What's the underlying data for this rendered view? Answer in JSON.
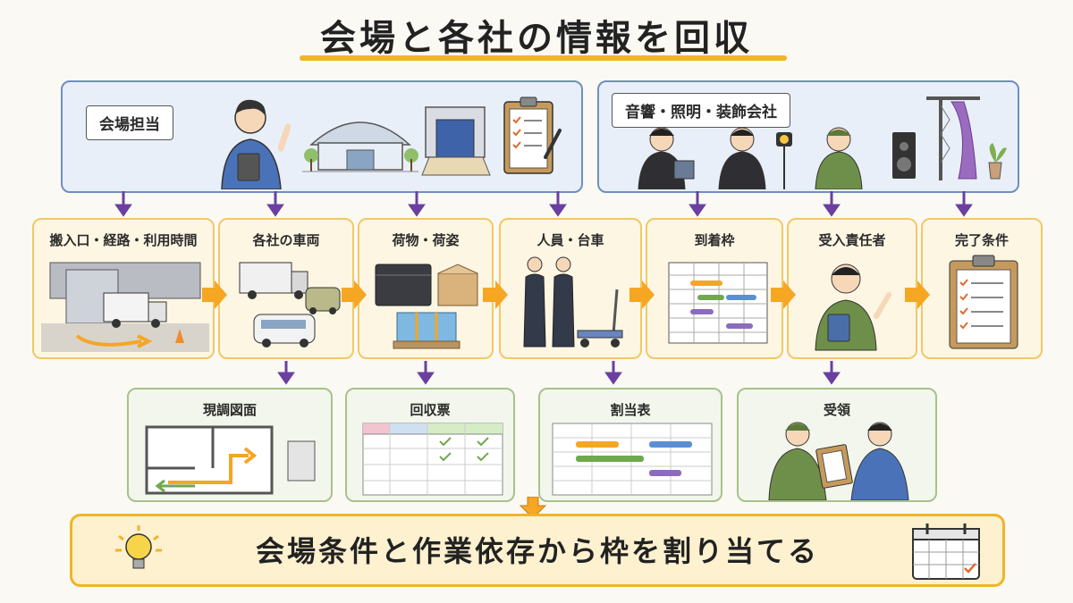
{
  "title": "会場と各社の情報を回収",
  "venue_panel": {
    "label": "会場担当"
  },
  "vendor_panel": {
    "label": "音響・照明・装飾会社"
  },
  "steps": [
    {
      "label": "搬入口・経路・利用時間"
    },
    {
      "label": "各社の車両"
    },
    {
      "label": "荷物・荷姿"
    },
    {
      "label": "人員・台車"
    },
    {
      "label": "到着枠"
    },
    {
      "label": "受入責任者"
    },
    {
      "label": "完了条件"
    }
  ],
  "outputs": [
    {
      "label": "現調図面"
    },
    {
      "label": "回収票"
    },
    {
      "label": "割当表"
    },
    {
      "label": "受領"
    }
  ],
  "conclusion": "会場条件と作業依存から枠を割り当てる",
  "colors": {
    "accent_yellow": "#f0b429",
    "arrow_orange": "#f5a623",
    "arrow_purple": "#6b3fa0",
    "panel_blue": "#6f8fc0",
    "output_green": "#a7c28b"
  }
}
